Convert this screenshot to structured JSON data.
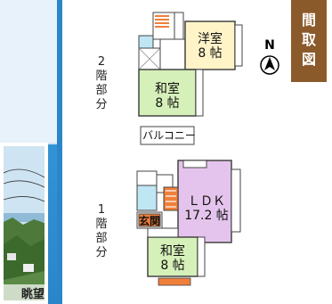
{
  "title": [
    "間",
    "取",
    "図"
  ],
  "compass_label": "N",
  "floor2": {
    "label_chars": [
      "2",
      "階",
      "部",
      "分"
    ],
    "rooms": {
      "western": [
        "洋室",
        "8 帖"
      ],
      "japanese": [
        "和室",
        "8 帖"
      ],
      "balcony": "バルコニー"
    }
  },
  "floor1": {
    "label_chars": [
      "1",
      "階",
      "部",
      "分"
    ],
    "rooms": {
      "ldk": [
        "ＬＤＫ",
        "17.2 帖"
      ],
      "entrance": "玄関",
      "japanese": [
        "和室",
        "8 帖"
      ]
    }
  },
  "photo_caption": "眺望",
  "colors": {
    "background_blue": "#2f8fd0",
    "title_brown": "#8b5a2b",
    "western_room": "#fff4c8",
    "japanese_room": "#d6f0b9",
    "ldk": "#e4c4ec",
    "water": "#bfe6f3",
    "stair_orange": "#f07f3a"
  }
}
